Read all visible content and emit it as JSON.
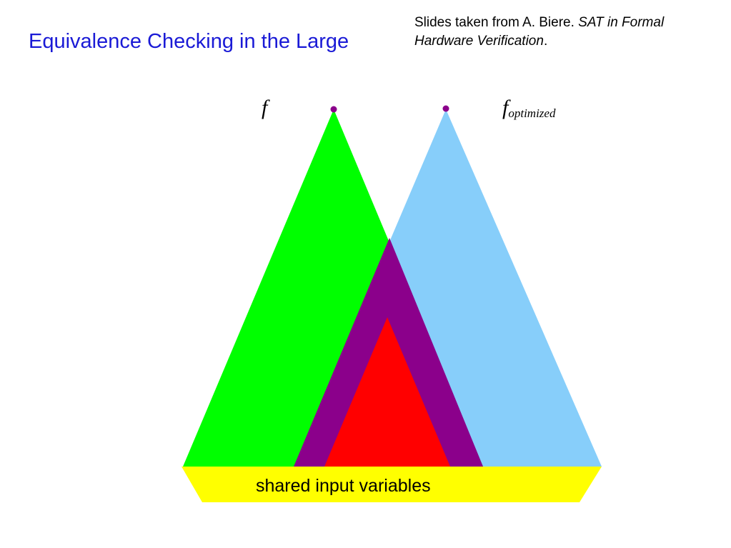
{
  "slide": {
    "title": "Equivalence Checking in the Large",
    "credit_prefix": "Slides taken from A. Biere. ",
    "credit_book": "SAT in Formal Hardware Verification",
    "credit_suffix": "."
  },
  "diagram": {
    "left_label": "f",
    "right_label_base": "f",
    "right_label_subscript": "optimized",
    "base_label": "shared input variables",
    "colors": {
      "left_cone": "#00ff00",
      "right_cone": "#87cefa",
      "overlap_outer": "#8b008b",
      "overlap_inner": "#ff0000",
      "base_band": "#ffff00",
      "output_dot": "#8b008b",
      "title": "#1a1ad6"
    }
  }
}
